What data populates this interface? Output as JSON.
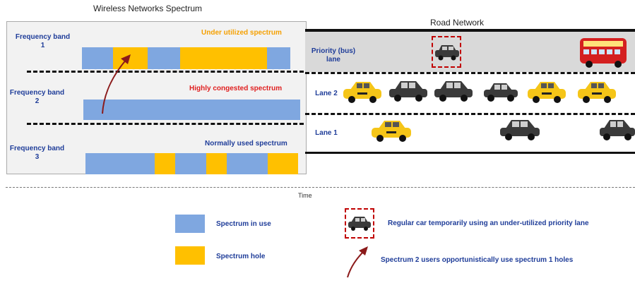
{
  "titles": {
    "spectrum": "Wireless Networks Spectrum",
    "road": "Road Network",
    "time": "Time"
  },
  "spectrum": {
    "bands": [
      {
        "label": "Frequency band 1",
        "note": "Under utilized spectrum",
        "note_color": "#f5a000"
      },
      {
        "label": "Frequency band 2",
        "note": "Highly congested spectrum",
        "note_color": "#e02020"
      },
      {
        "label": "Frequency band 3",
        "note": "Normally used spectrum",
        "note_color": "#1f3d99"
      }
    ]
  },
  "road": {
    "lanes": [
      {
        "label": "Priority (bus) lane"
      },
      {
        "label": "Lane 2"
      },
      {
        "label": "Lane 1"
      }
    ]
  },
  "legend": {
    "in_use": "Spectrum in use",
    "hole": "Spectrum hole",
    "regular_car": "Regular car temporarily using an under-utilized priority lane",
    "opportunistic": "Spectrum 2 users  opportunistically use spectrum 1 holes"
  },
  "colors": {
    "spectrum_in_use": "#7fa7e0",
    "spectrum_hole": "#ffc000",
    "taxi": "#f5c518",
    "car": "#3a3a3a",
    "bus": "#d42020",
    "highlight_box": "#c00000",
    "arrow": "#8b1a1a"
  }
}
